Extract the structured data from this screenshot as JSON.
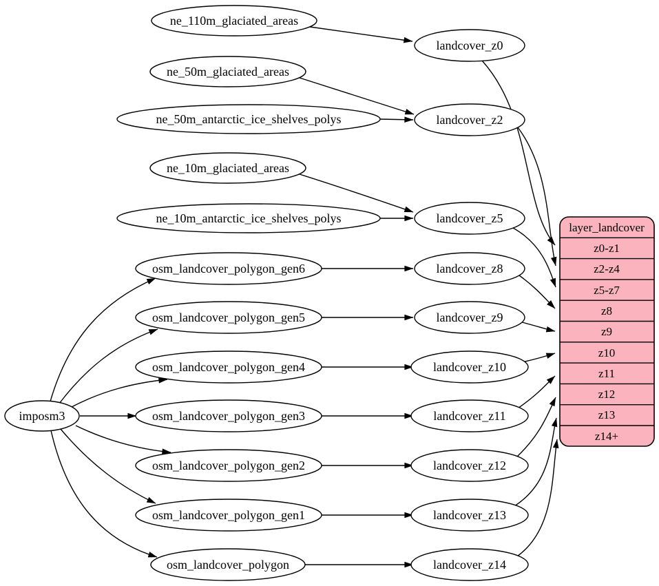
{
  "nodes": {
    "imposm3": "imposm3",
    "sources": [
      "ne_110m_glaciated_areas",
      "ne_50m_glaciated_areas",
      "ne_50m_antarctic_ice_shelves_polys",
      "ne_10m_glaciated_areas",
      "ne_10m_antarctic_ice_shelves_polys",
      "osm_landcover_polygon_gen6",
      "osm_landcover_polygon_gen5",
      "osm_landcover_polygon_gen4",
      "osm_landcover_polygon_gen3",
      "osm_landcover_polygon_gen2",
      "osm_landcover_polygon_gen1",
      "osm_landcover_polygon"
    ],
    "intermediates": [
      "landcover_z0",
      "landcover_z2",
      "landcover_z5",
      "landcover_z8",
      "landcover_z9",
      "landcover_z10",
      "landcover_z11",
      "landcover_z12",
      "landcover_z13",
      "landcover_z14"
    ]
  },
  "table": {
    "header": "layer_landcover",
    "rows": [
      "z0-z1",
      "z2-z4",
      "z5-z7",
      "z8",
      "z9",
      "z10",
      "z11",
      "z12",
      "z13",
      "z14+"
    ]
  },
  "edges": [
    "ne_110m_glaciated_areas -> landcover_z0",
    "ne_50m_glaciated_areas -> landcover_z2",
    "ne_50m_antarctic_ice_shelves_polys -> landcover_z2",
    "ne_10m_glaciated_areas -> landcover_z5",
    "ne_10m_antarctic_ice_shelves_polys -> landcover_z5",
    "imposm3 -> osm_landcover_polygon_gen6",
    "imposm3 -> osm_landcover_polygon_gen5",
    "imposm3 -> osm_landcover_polygon_gen4",
    "imposm3 -> osm_landcover_polygon_gen3",
    "imposm3 -> osm_landcover_polygon_gen2",
    "imposm3 -> osm_landcover_polygon_gen1",
    "imposm3 -> osm_landcover_polygon",
    "osm_landcover_polygon_gen6 -> landcover_z8",
    "osm_landcover_polygon_gen5 -> landcover_z9",
    "osm_landcover_polygon_gen4 -> landcover_z10",
    "osm_landcover_polygon_gen3 -> landcover_z11",
    "osm_landcover_polygon_gen2 -> landcover_z12",
    "osm_landcover_polygon_gen1 -> landcover_z13",
    "osm_landcover_polygon -> landcover_z14",
    "landcover_z0 -> layer_landcover:z0-z1",
    "landcover_z2 -> layer_landcover:z2-z4",
    "landcover_z5 -> layer_landcover:z5-z7",
    "landcover_z8 -> layer_landcover:z8",
    "landcover_z9 -> layer_landcover:z9",
    "landcover_z10 -> layer_landcover:z10",
    "landcover_z11 -> layer_landcover:z11",
    "landcover_z12 -> layer_landcover:z12",
    "landcover_z13 -> layer_landcover:z13",
    "landcover_z14 -> layer_landcover:z14+"
  ],
  "colors": {
    "table_fill": "#fbb3bd",
    "node_fill": "#ffffff",
    "stroke": "#000000",
    "background": "#ffffff"
  }
}
